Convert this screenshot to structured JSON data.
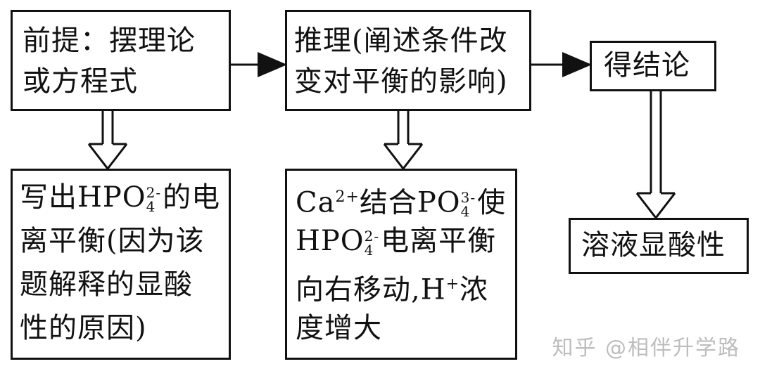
{
  "boxes": {
    "premise": {
      "line1": "前提：摆理论",
      "line2": "或方程式"
    },
    "reasoning": {
      "line1": "推理(阐述条件改",
      "line2": "变对平衡的影响)"
    },
    "conclusion": {
      "line1": "得结论"
    },
    "ionize": {
      "line1_pre": "写出HPO",
      "line1_sup": "2-",
      "line1_sub": "4",
      "line1_post": "的电",
      "line2": "离平衡(因为该",
      "line3": "题解释的显酸",
      "line4": "性的原因)"
    },
    "combine": {
      "line1_a": "Ca",
      "line1_sup1": "2+",
      "line1_b": "结合PO",
      "line1_sup2": "3-",
      "line1_sub2": "4",
      "line1_c": "使",
      "line2_a": "HPO",
      "line2_sup": "2-",
      "line2_sub": "4",
      "line2_b": "电离平衡",
      "line3_a": "向右移动,H",
      "line3_sup": "+",
      "line3_b": "浓",
      "line4": "度增大"
    },
    "acidic": {
      "line1": "溶液显酸性"
    }
  },
  "watermark": "知乎 @相伴升学路"
}
